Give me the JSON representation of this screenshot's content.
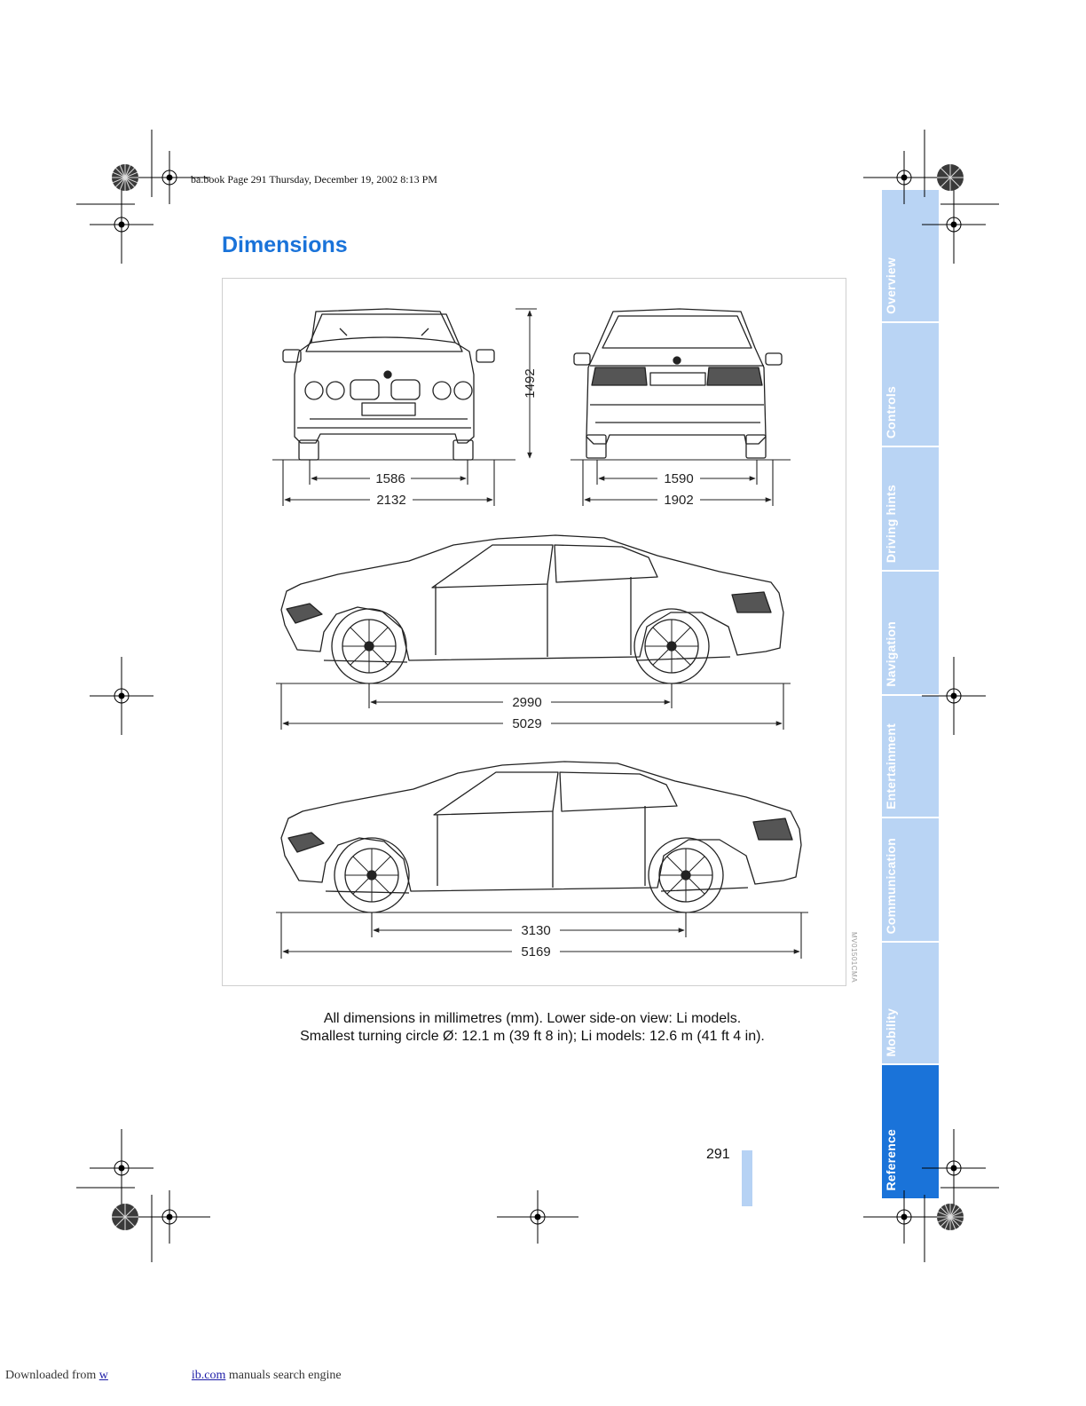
{
  "print_header": "ba.book  Page 291  Thursday, December 19, 2002  8:13 PM",
  "page_title": "Dimensions",
  "figure": {
    "code": "MV01501CMA",
    "front_view": {
      "height": "1492",
      "track_front": "1586",
      "width": "2132"
    },
    "rear_view": {
      "track_rear": "1590",
      "width_rear": "1902"
    },
    "side_view": {
      "wheelbase": "2990",
      "length": "5029"
    },
    "side_view_li": {
      "wheelbase": "3130",
      "length": "5169"
    }
  },
  "caption": {
    "line1": "All dimensions in millimetres (mm). Lower side-on view: Li models.",
    "line2": "Smallest turning circle Ø: 12.1 m (39 ft 8 in); Li models: 12.6 m (41 ft 4 in)."
  },
  "page_number": "291",
  "side_tabs": [
    {
      "label": "Overview",
      "active": false
    },
    {
      "label": "Controls",
      "active": false
    },
    {
      "label": "Driving hints",
      "active": false
    },
    {
      "label": "Navigation",
      "active": false
    },
    {
      "label": "Entertainment",
      "active": false
    },
    {
      "label": "Communication",
      "active": false
    },
    {
      "label": "Mobility",
      "active": false
    },
    {
      "label": "Reference",
      "active": true
    }
  ],
  "footer": {
    "prefix": "Downloaded from ",
    "link_start": "w",
    "link_end": "ib.com",
    "suffix": " manuals search engine"
  },
  "colors": {
    "accent": "#1a73d9",
    "tab_inactive": "#b9d4f4",
    "page_bar": "#b6d2f4"
  }
}
